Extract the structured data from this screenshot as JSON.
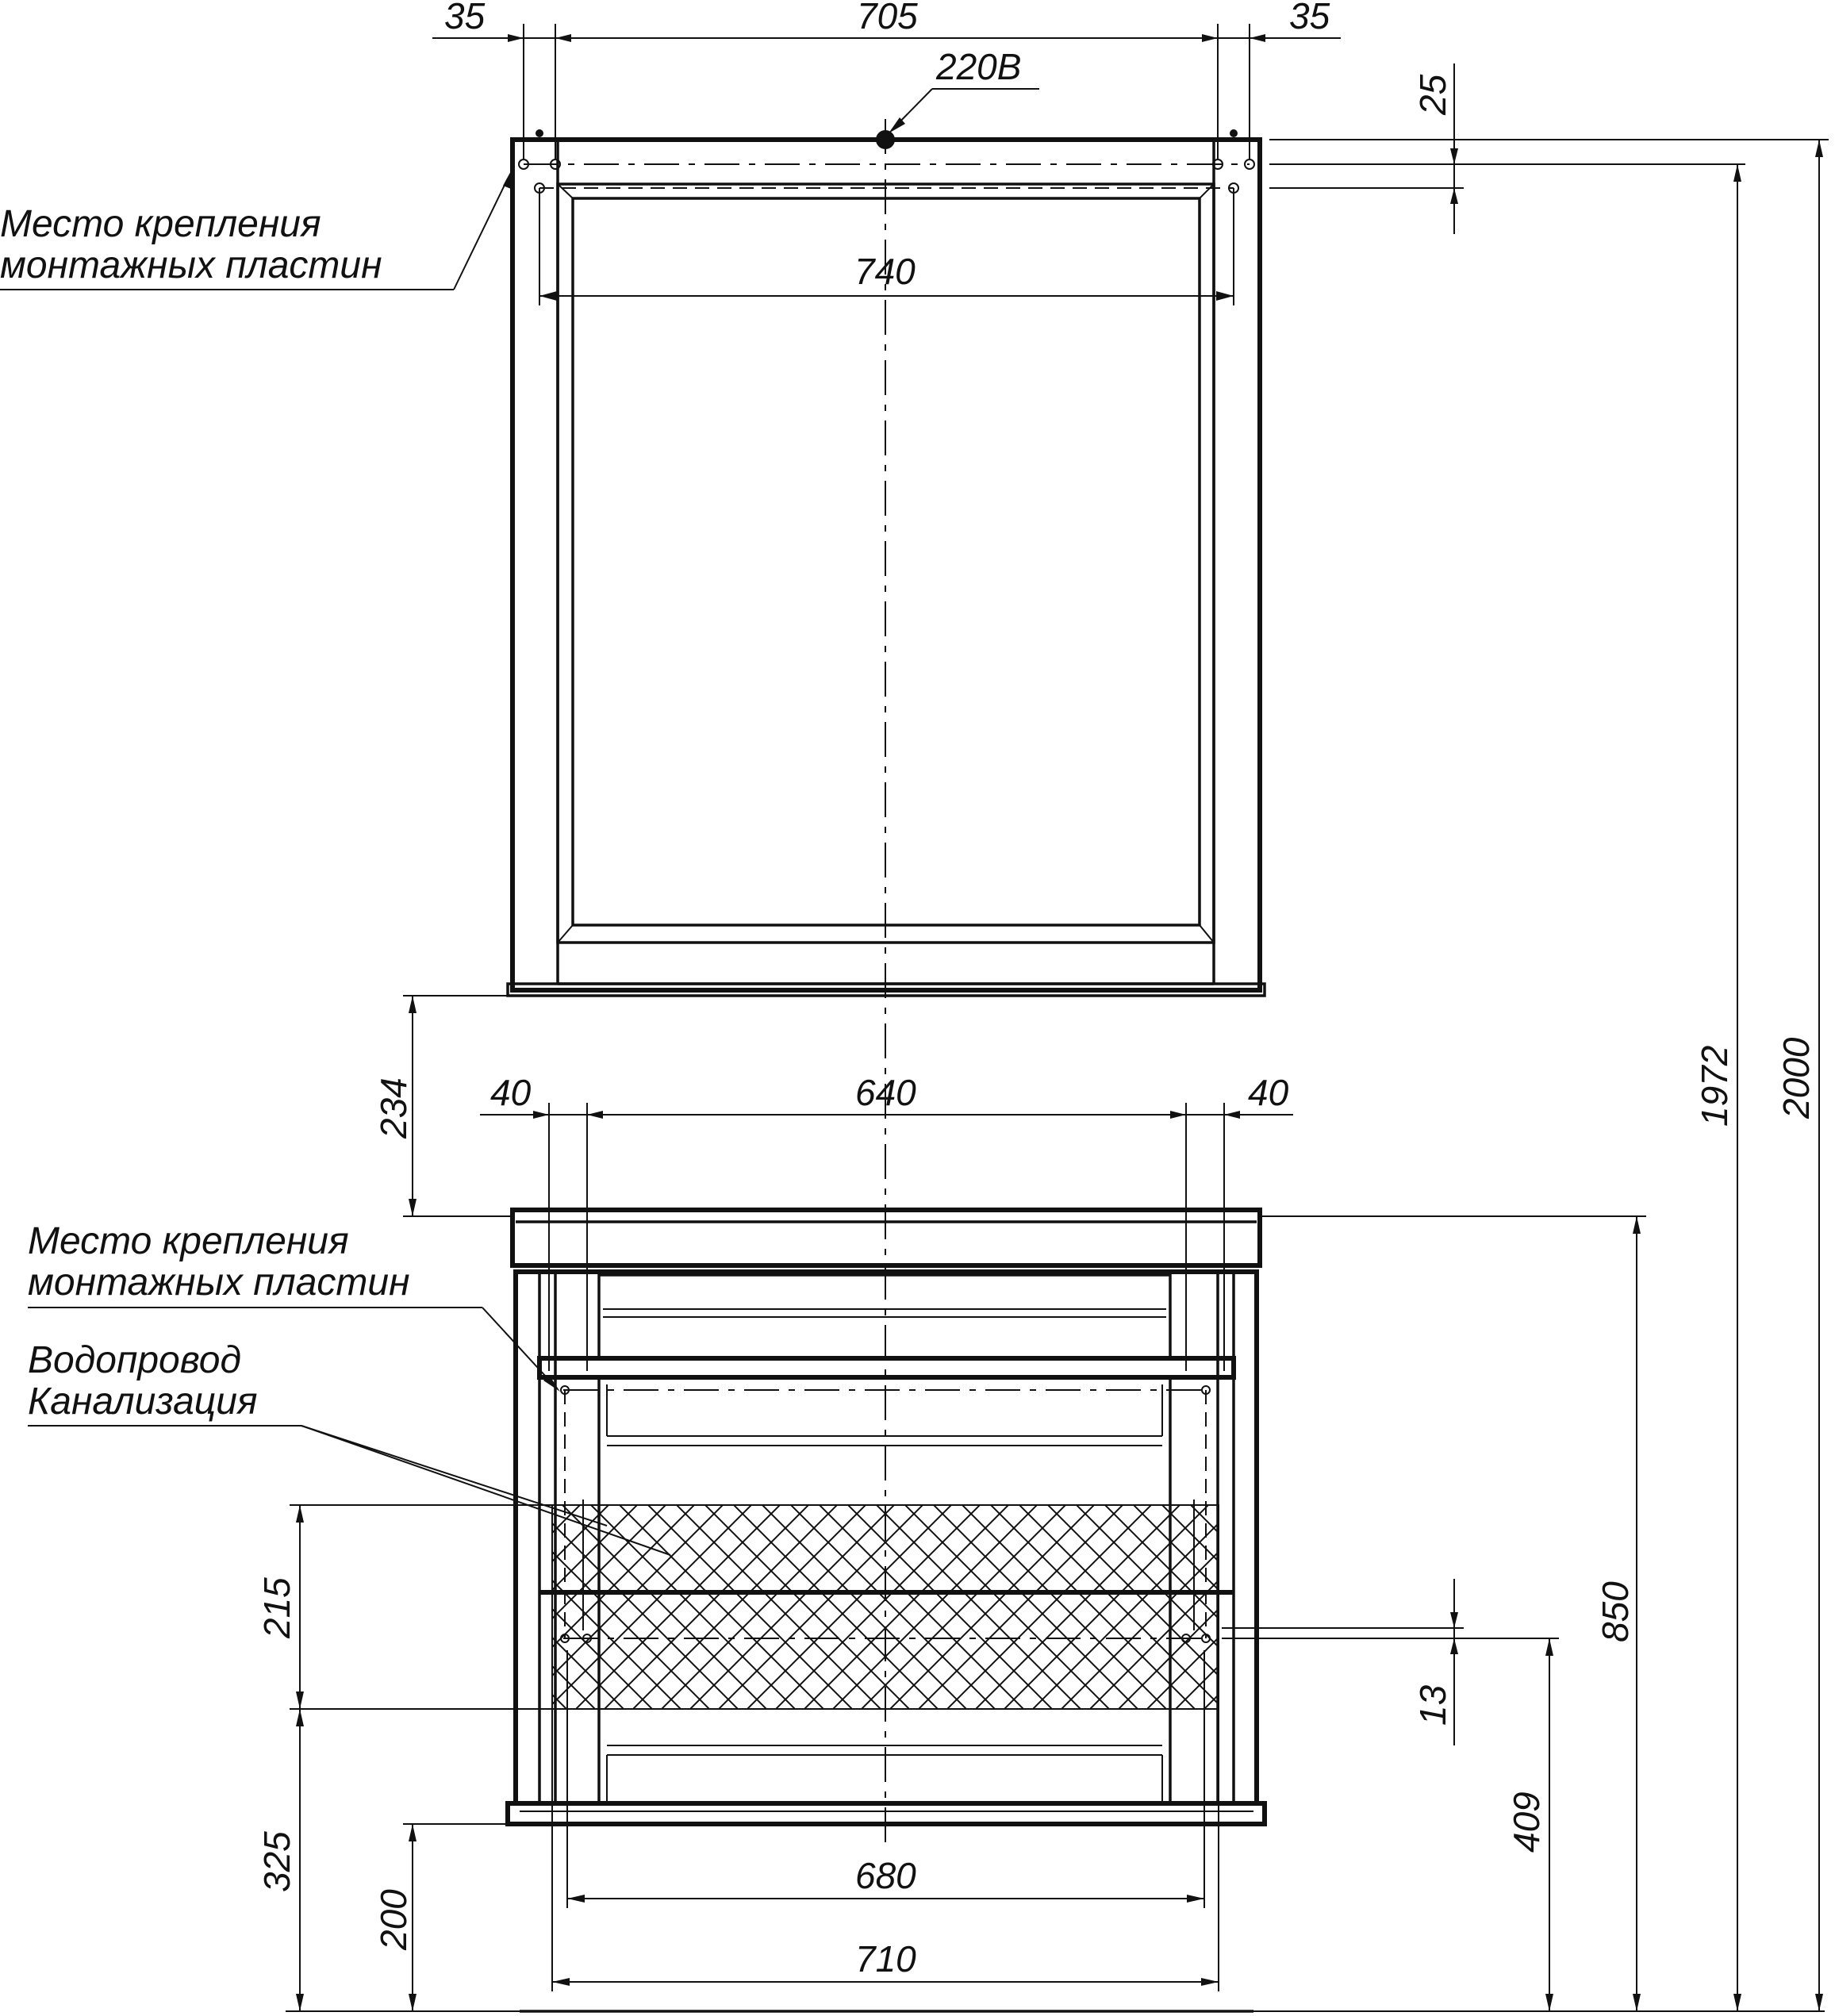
{
  "mirror": {
    "dims": {
      "left_offset": "35",
      "mount_span": "705",
      "right_offset": "35",
      "power": "220В",
      "top_offset": "25",
      "inner_width": "740",
      "gap_to_cabinet": "234",
      "height_1972": "1972",
      "height_2000": "2000"
    },
    "label_mount": [
      "Место крепления",
      "монтажных пластин"
    ]
  },
  "cabinet": {
    "dims": {
      "left_offset": "40",
      "mount_span": "640",
      "right_offset": "40",
      "height_850": "850",
      "pipe_zone": "215",
      "pipe_height": "325",
      "offset_13": "13",
      "height_409": "409",
      "legs": "200",
      "width_680": "680",
      "width_710": "710"
    },
    "label_mount": [
      "Место крепления",
      "монтажных пластин"
    ],
    "label_pipes": [
      "Водопровод",
      "Канализация"
    ]
  }
}
